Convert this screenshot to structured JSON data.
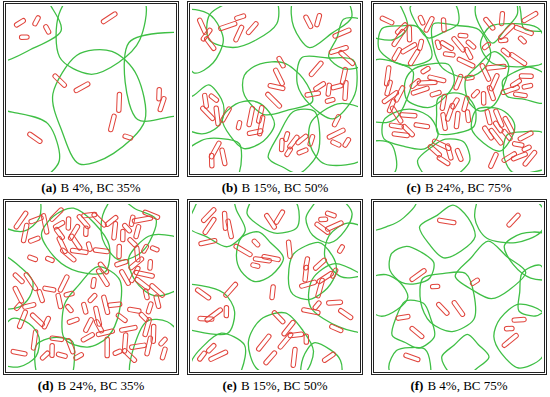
{
  "diagram": {
    "nodes": [
      {
        "text": [
          "(a)",
          "B 4%, BC 35%"
        ]
      },
      {
        "text": [
          "(b)",
          "B 15%, BC 50%"
        ]
      },
      {
        "text": [
          "(c)",
          "B 24%, BC 75%"
        ]
      },
      {
        "text": [
          "(d)",
          "B 24%, BC 35%"
        ]
      },
      {
        "text": [
          "(e)",
          "B 15%, BC 50%"
        ]
      },
      {
        "text": [
          "(f)",
          "B 4%, BC 75%"
        ]
      }
    ]
  }
}
